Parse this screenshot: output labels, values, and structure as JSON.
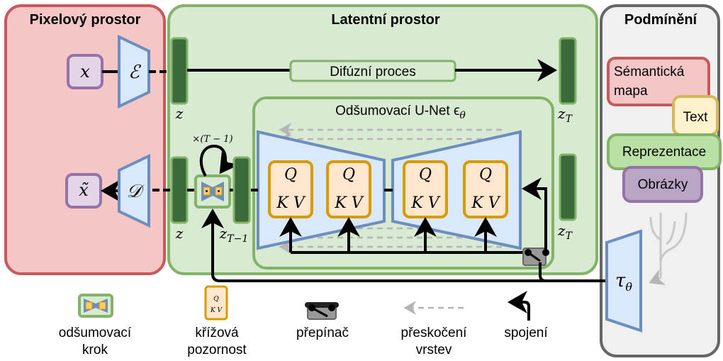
{
  "panels": {
    "pixel_title": "Pixelový prostor",
    "latent_title": "Latentní prostor",
    "cond_title": "Podmínění"
  },
  "latent": {
    "x_symbol": "x",
    "x_tilde_symbol": "x̃",
    "encoder_symbol": "ℰ",
    "decoder_symbol": "𝒟",
    "z_label": "z",
    "zT_label": "z",
    "zT_sub": "T",
    "zT1_label": "z",
    "zT1_sub": "T−1",
    "diffusion_label": "Difúzní proces",
    "repeat_label": "×(T − 1)"
  },
  "unet": {
    "title": "Odšumovací U-Net ϵ",
    "title_sub": "θ",
    "attn_q": "Q",
    "attn_kv": "K V"
  },
  "conditioning": {
    "items": [
      "Sémantická",
      "mapa",
      "Text",
      "Reprezentace",
      "Obrázky"
    ],
    "tau_symbol": "τ",
    "tau_sub": "θ"
  },
  "legend": {
    "denoise_line1": "odšumovací",
    "denoise_line2": "krok",
    "cross_line1": "křížová",
    "cross_line2": "pozornost",
    "switch": "přepínač",
    "skip_line1": "přeskočení",
    "skip_line2": "vrstev",
    "concat": "spojení",
    "mini_q": "Q",
    "mini_kv": "K V"
  },
  "colors": {
    "pixel_fill": "#f4c7c6",
    "pixel_stroke": "#c7595a",
    "latent_fill": "#d9ead3",
    "latent_stroke": "#82b366",
    "cond_fill": "#f0f0f0",
    "cond_stroke": "#666666",
    "blue_fill": "#dae8fc",
    "blue_stroke": "#6c8ebf",
    "attn_fill": "#ffe6cc",
    "attn_stroke": "#d79b00",
    "latent_bar": "#3b6b3b"
  }
}
